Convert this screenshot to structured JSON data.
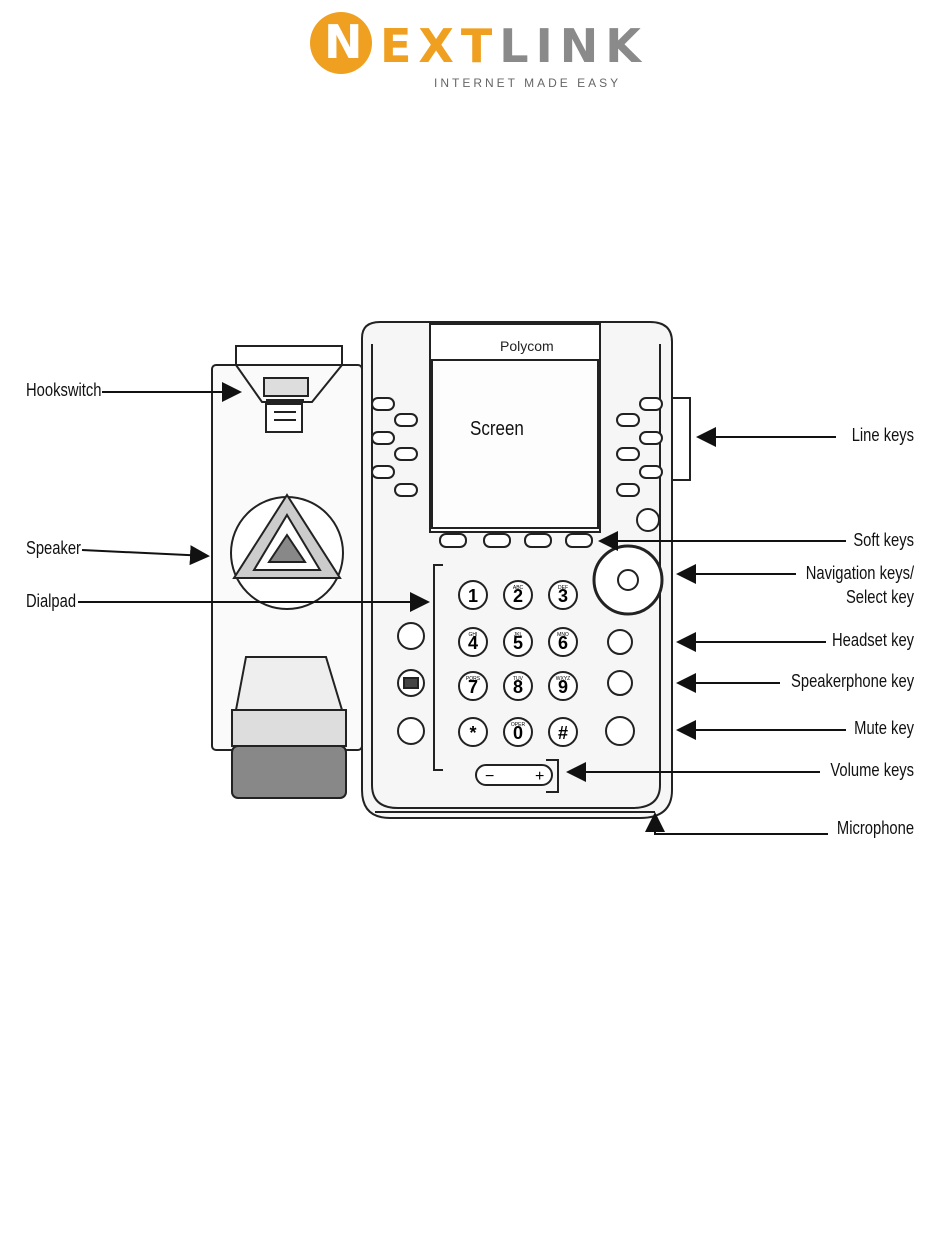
{
  "logo": {
    "first_letter": "N",
    "orange_text": "EXT",
    "gray_text": "LINK",
    "tagline": "INTERNET MADE EASY",
    "colors": {
      "orange": "#F0A020",
      "gray": "#8A8A8A"
    }
  },
  "phone": {
    "brand": "Polycom",
    "screen_label": "Screen",
    "dialpad": {
      "digits": [
        "1",
        "2",
        "3",
        "4",
        "5",
        "6",
        "7",
        "8",
        "9",
        "*",
        "0",
        "#"
      ],
      "letters": [
        "",
        "ABC",
        "DEF",
        "GHI",
        "JKL",
        "MNO",
        "PQRS",
        "TUV",
        "WXYZ",
        "",
        "OPER",
        ""
      ]
    },
    "volume": {
      "minus": "−",
      "plus": "+"
    }
  },
  "labels": {
    "hookswitch": "Hookswitch",
    "speaker": "Speaker",
    "dialpad": "Dialpad",
    "line_keys": "Line keys",
    "soft_keys": "Soft keys",
    "navigation_line1": "Navigation keys/",
    "navigation_line2": "Select key",
    "headset": "Headset key",
    "speakerphone": "Speakerphone key",
    "mute": "Mute key",
    "volume": "Volume keys",
    "microphone": "Microphone"
  }
}
